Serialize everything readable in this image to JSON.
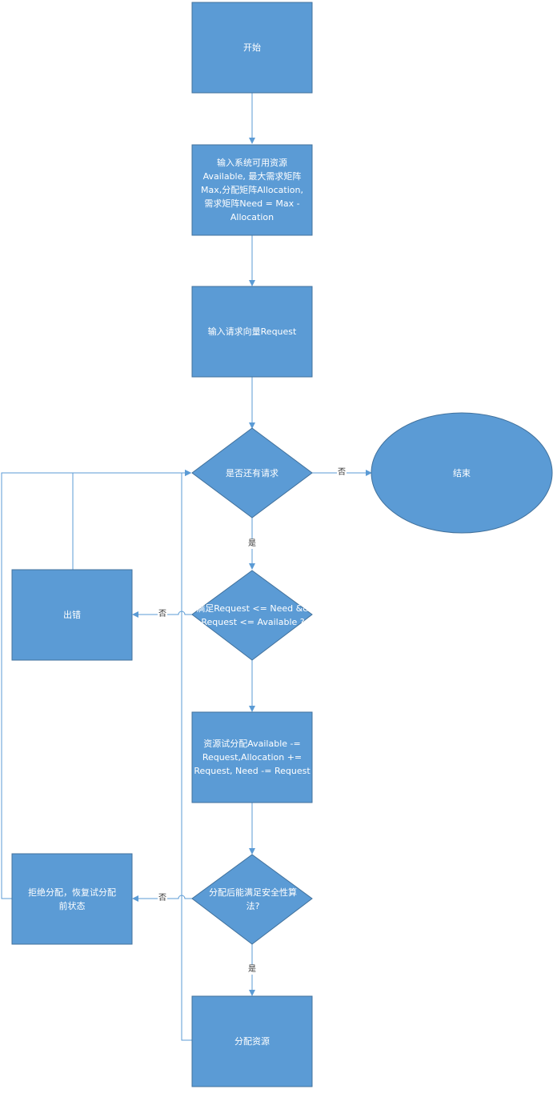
{
  "colors": {
    "node_fill": "#5B9BD5",
    "node_stroke": "#41719C",
    "edge": "#5B9BD5",
    "text": "#FFFFFF",
    "label_text": "#333333"
  },
  "nodes": {
    "start": "开始",
    "input_matrices": "输入系统可用资源\nAvailable, 最大需求矩阵\nMax,分配矩阵Allocation,\n需求矩阵Need = Max -\nAllocation",
    "input_request": "输入请求向量Request",
    "has_request": "是否还有请求",
    "end": "结束",
    "check_request": "满足Request <= Need &&\nRequest <= Available ?",
    "error": "出错",
    "trial_alloc": "资源试分配Available -=\nRequest,Allocation +=\nRequest, Need -= Request",
    "safety_check": "分配后能满足安全性算\n法?",
    "reject": "拒绝分配，恢复试分配\n前状态",
    "allocate": "分配资源"
  },
  "edge_labels": {
    "no_end": "否",
    "yes_check": "是",
    "no_error": "否",
    "no_reject": "否",
    "yes_allocate": "是"
  }
}
